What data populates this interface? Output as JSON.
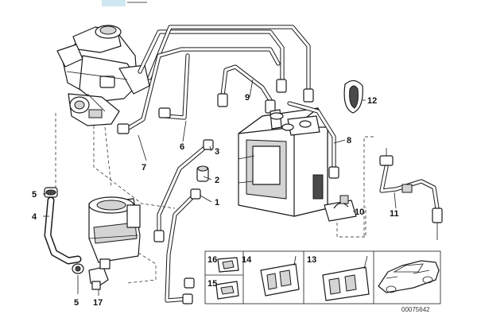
{
  "diagram": {
    "part_labels": [
      "1",
      "2",
      "3",
      "4",
      "5",
      "5",
      "6",
      "7",
      "8",
      "9",
      "10",
      "11",
      "12",
      "13",
      "14",
      "15",
      "16",
      "17"
    ],
    "reference_number": "00075642",
    "colors": {
      "line": "#1a1a1a",
      "background": "#ffffff",
      "highlight_tab": "#cfe7f0"
    }
  }
}
